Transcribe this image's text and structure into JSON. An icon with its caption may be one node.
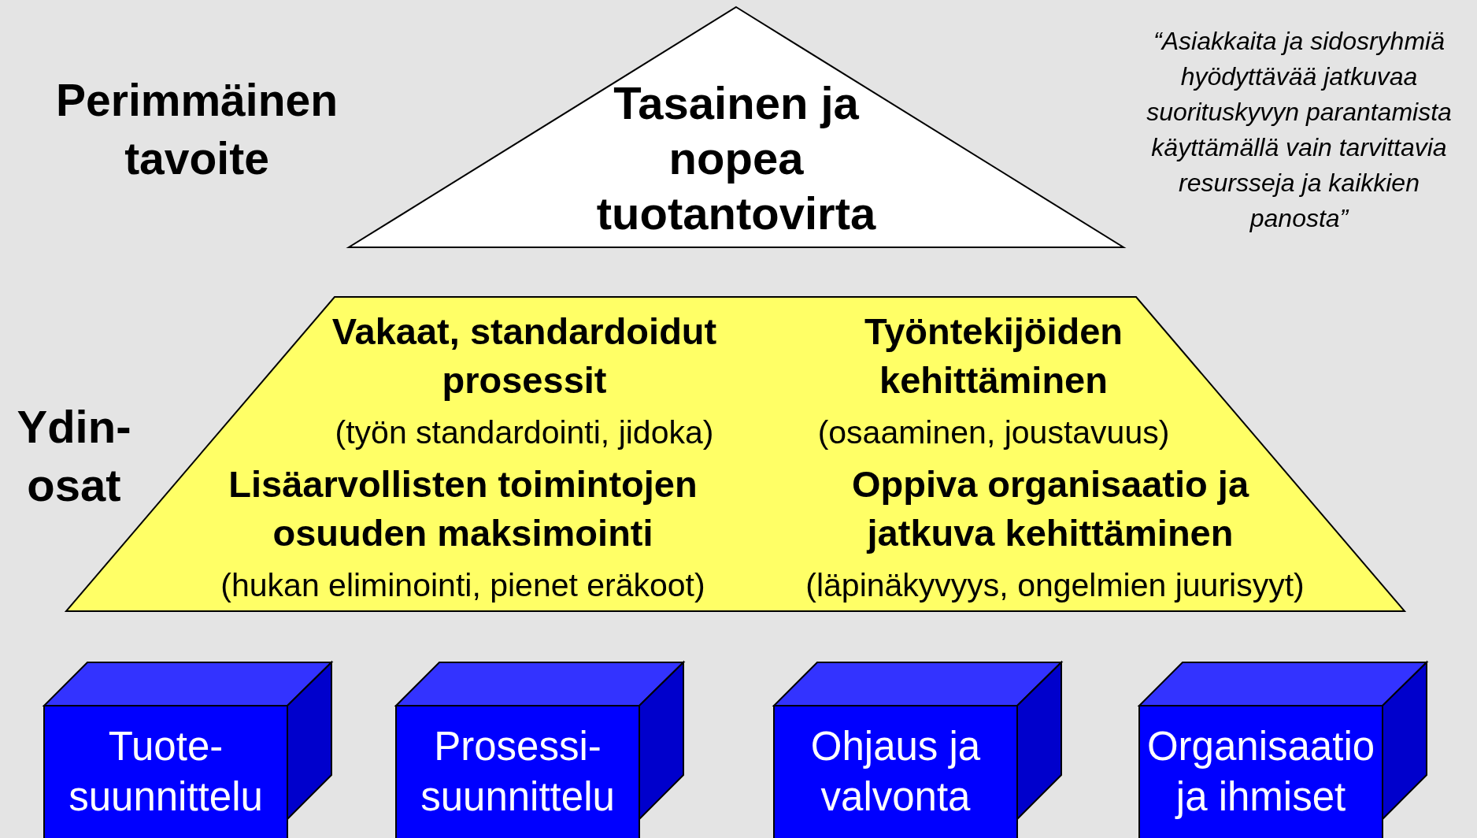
{
  "diagram": {
    "nodes": [
      {
        "text": [
          "Tasainen ja nopea tuotantovirta"
        ]
      },
      {
        "text": [
          "Vakaat, standardoidut prosessit",
          "(työn standardointi, jidoka)",
          "Työntekijöiden kehittäminen",
          "(osaaminen, joustavuus)",
          "Lisäarvollisten toimintojen osuuden maksimointi",
          "(hukan eliminointi, pienet eräkoot)",
          "Oppiva organisaatio ja jatkuva kehittäminen",
          "(läpinäkyvyys, ongelmien juurisyyt)"
        ]
      },
      {
        "text": [
          "Tuote- suunnittelu"
        ]
      },
      {
        "text": [
          "Prosessi- suunnittelu"
        ]
      },
      {
        "text": [
          "Ohjaus ja valvonta"
        ]
      },
      {
        "text": [
          "Organisaatio ja ihmiset"
        ]
      }
    ],
    "labels": [
      "Perimmäinen tavoite",
      "“Asiakkaita ja sidosryhmiä hyödyttävää jatkuvaa suorituskyvyn parantamista käyttämällä vain tarvittavia resursseja ja kaikkien panosta”",
      "Ydin- osat"
    ]
  }
}
